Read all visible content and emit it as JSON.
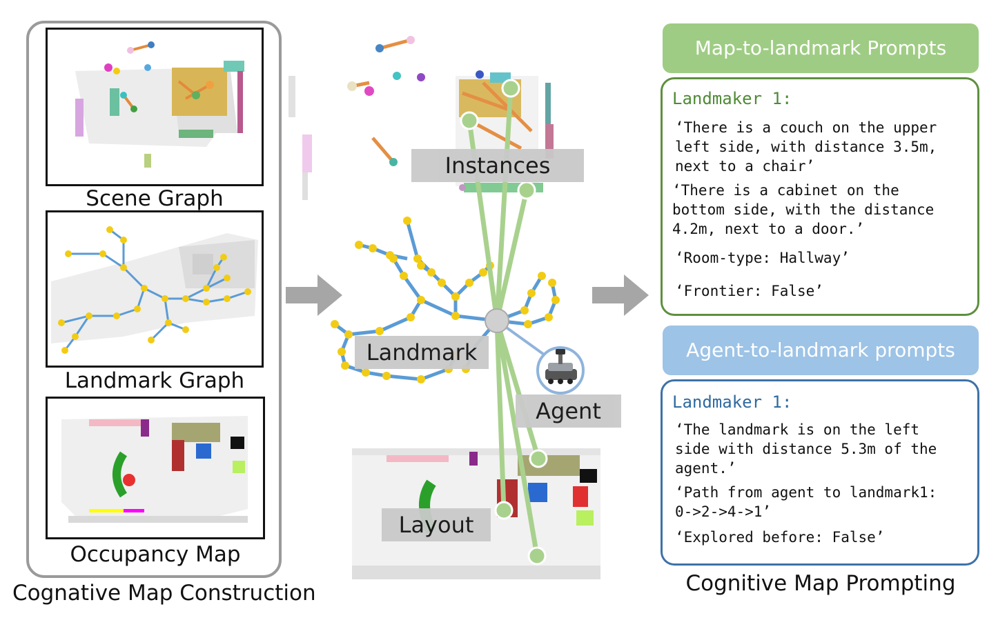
{
  "left_panel": {
    "thumbnails": [
      {
        "label": "Scene Graph"
      },
      {
        "label": "Landmark Graph"
      },
      {
        "label": "Occupancy Map"
      }
    ],
    "caption": "Cognative Map Construction"
  },
  "center": {
    "tags": {
      "instances": "Instances",
      "landmark": "Landmark",
      "agent": "Agent",
      "layout": "Layout"
    }
  },
  "right_panel": {
    "map_header": "Map-to-landmark Prompts",
    "map_card": {
      "title": "Landmaker 1:",
      "lines": [
        "‘There is a couch on the upper",
        "left side, with distance 3.5m,",
        "next to a chair’",
        "‘There is a cabinet on the",
        "bottom side, with the distance",
        "4.2m, next to a door.’",
        "‘Room-type: Hallway’",
        "‘Frontier: False’"
      ]
    },
    "agent_header": "Agent-to-landmark prompts",
    "agent_card": {
      "title": "Landmaker 1:",
      "lines": [
        "‘The landmark is on the left",
        "side with distance 5.3m of the",
        "agent.’",
        "‘Path from agent to landmark1:",
        "0->2->4->1’",
        "‘Explored before: False’"
      ]
    },
    "caption": "Cognitive Map Prompting"
  },
  "colors": {
    "green_header": "#9fcc84",
    "green_border": "#5e8f3e",
    "green_title": "#4f8a36",
    "blue_header": "#9dc3e6",
    "blue_border": "#3d71a8",
    "blue_title": "#2f6aa0",
    "arrow": "#a6a6a6",
    "landmark_edge": "#5b9bd5",
    "landmark_node": "#f2cc14",
    "link_green": "#a9d18e"
  }
}
